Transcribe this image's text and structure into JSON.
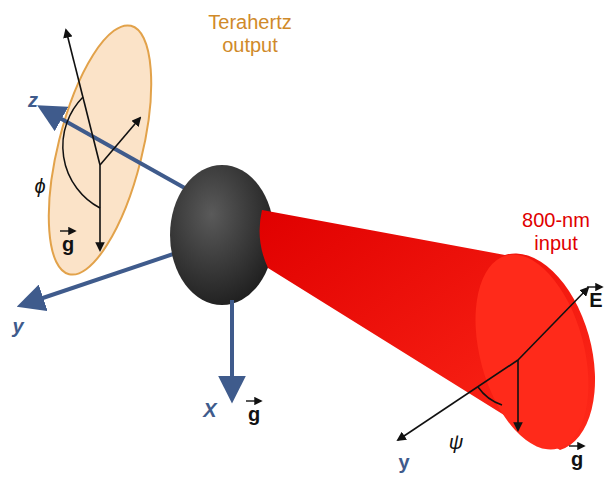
{
  "diagram": {
    "labels": [
      "Terahertz output",
      "z",
      "ϕ",
      "g",
      "y",
      "X",
      "g",
      "800-nm input",
      "E",
      "y",
      "ψ",
      "g"
    ]
  }
}
